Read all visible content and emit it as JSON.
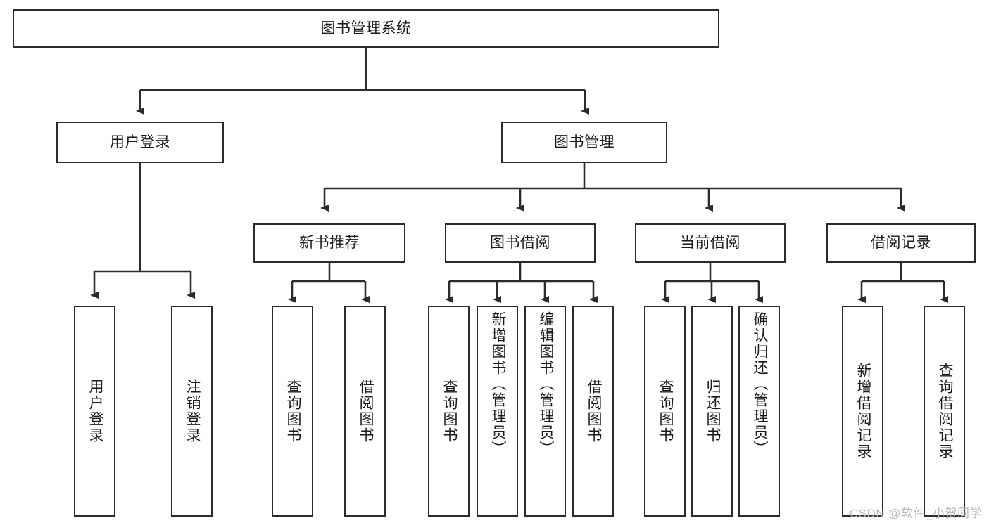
{
  "diagram": {
    "type": "tree-hierarchy",
    "title": "图书管理系统",
    "root": {
      "label": "图书管理系统"
    },
    "level2": [
      {
        "id": "user-login",
        "label": "用户登录"
      },
      {
        "id": "book-manage",
        "label": "图书管理"
      }
    ],
    "level3": [
      {
        "id": "new-book-recommend",
        "label": "新书推荐"
      },
      {
        "id": "book-borrow",
        "label": "图书借阅"
      },
      {
        "id": "current-borrow",
        "label": "当前借阅"
      },
      {
        "id": "borrow-record",
        "label": "借阅记录"
      }
    ],
    "leaves": {
      "user_login": [
        {
          "id": "leaf-user-login",
          "label": "用户登录"
        },
        {
          "id": "leaf-logout-login",
          "label": "注销登录"
        }
      ],
      "new_book_recommend": [
        {
          "id": "leaf-query-book-1",
          "label": "查询图书"
        },
        {
          "id": "leaf-borrow-book-1",
          "label": "借阅图书"
        }
      ],
      "book_borrow": [
        {
          "id": "leaf-query-book-2",
          "label": "查询图书"
        },
        {
          "id": "leaf-add-book",
          "label": "新增图书（管理员）"
        },
        {
          "id": "leaf-edit-book",
          "label": "编辑图书（管理员）"
        },
        {
          "id": "leaf-borrow-book-2",
          "label": "借阅图书"
        }
      ],
      "current_borrow": [
        {
          "id": "leaf-query-book-3",
          "label": "查询图书"
        },
        {
          "id": "leaf-return-book",
          "label": "归还图书"
        },
        {
          "id": "leaf-confirm-return",
          "label": "确认归还（管理员）"
        }
      ],
      "borrow_record": [
        {
          "id": "leaf-add-record",
          "label": "新增借阅记录"
        },
        {
          "id": "leaf-query-record",
          "label": "查询借阅记录"
        }
      ]
    },
    "colors": {
      "stroke": "#2b2b2b",
      "fill": "#ffffff",
      "text": "#1a1a1a",
      "watermark": "#b9b9b9"
    }
  },
  "watermark": {
    "text": "CSDN @软件_小贺同学"
  }
}
